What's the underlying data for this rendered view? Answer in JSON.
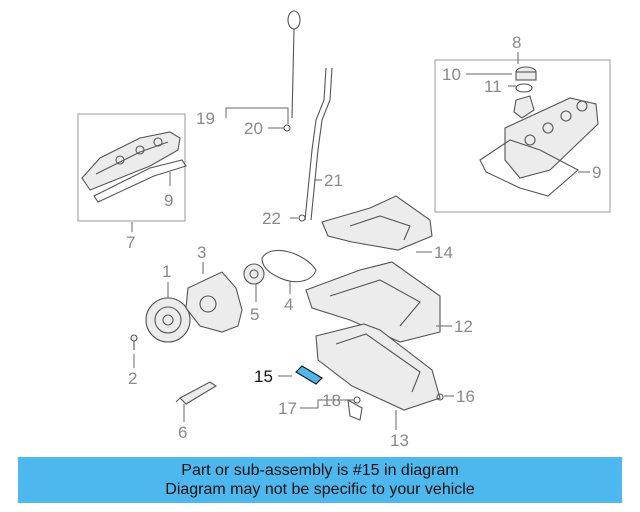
{
  "diagram": {
    "labels": {
      "p1": "1",
      "p2": "2",
      "p3": "3",
      "p4": "4",
      "p5": "5",
      "p6": "6",
      "p7": "7",
      "p8": "8",
      "p9a": "9",
      "p9b": "9",
      "p10": "10",
      "p11": "11",
      "p12": "12",
      "p13": "13",
      "p14": "14",
      "p15": "15",
      "p16": "16",
      "p17": "17",
      "p18": "18",
      "p19": "19",
      "p20": "20",
      "p21": "21",
      "p22": "22"
    },
    "highlight_color": "#4db8ed"
  },
  "banner": {
    "line1": "Part or sub-assembly is #15 in diagram",
    "line2": "Diagram may not be specific to your vehicle",
    "background": "#4db8ed"
  }
}
